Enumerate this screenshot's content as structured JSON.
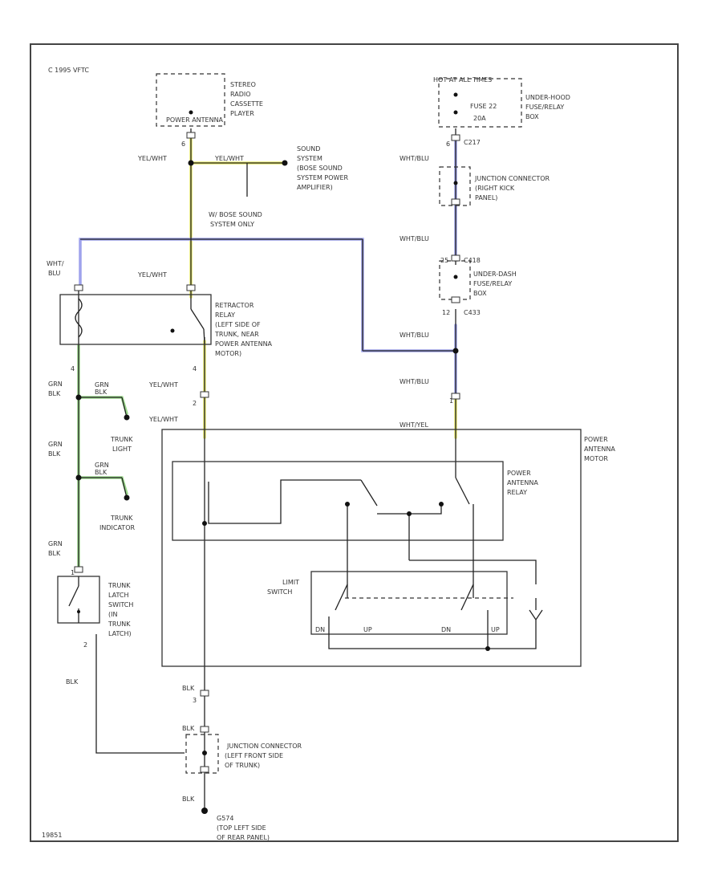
{
  "colors": {
    "yellow": "#e8ea6a",
    "blue": "#9ea2ec",
    "green": "#9ad98a",
    "ink": "#222222"
  },
  "labels": {
    "copyright": "C 1995 VFTC",
    "figure_id": "19851",
    "stereo_power_label": "POWER ANTENNA",
    "stereo_desc_1": "STEREO",
    "stereo_desc_2": "RADIO",
    "stereo_desc_3": "CASSETTE",
    "stereo_desc_4": "PLAYER",
    "pin_stereo": "6",
    "wire_yel_wht_top": "YEL/WHT",
    "wire_yel_wht_branch": "YEL/WHT",
    "sound_sys_1": "SOUND",
    "sound_sys_2": "SYSTEM",
    "sound_sys_3": "(BOSE SOUND",
    "sound_sys_4": "SYSTEM POWER",
    "sound_sys_5": "AMPLIFIER)",
    "bose_only_1": "W/ BOSE SOUND",
    "bose_only_2": "SYSTEM ONLY",
    "hot_all_times": "HOT AT ALL TIMES",
    "fuse_label": "FUSE 22",
    "fuse_amp": "20A",
    "under_hood_1": "UNDER-HOOD",
    "under_hood_2": "FUSE/RELAY",
    "under_hood_3": "BOX",
    "pin_c217": "C217",
    "pin_6b": "6",
    "wire_wht_blu_1": "WHT/BLU",
    "jc_right_1": "JUNCTION CONNECTOR",
    "jc_right_2": "(RIGHT KICK",
    "jc_right_3": "PANEL)",
    "wire_wht_blu_2": "WHT/BLU",
    "pin_25": "25",
    "pin_c418": "C418",
    "under_dash_1": "UNDER-DASH",
    "under_dash_2": "FUSE/RELAY",
    "under_dash_3": "BOX",
    "pin_12": "12",
    "pin_c433": "C433",
    "wire_wht_blu_3": "WHT/BLU",
    "wire_wht_blu_4": "WHT/BLU",
    "pin_1": "1",
    "wire_wht_yel": "WHT/YEL",
    "wire_wht_blu_left_1": "WHT/",
    "wire_wht_blu_left_2": "BLU",
    "wire_yel_wht_relay": "YEL/WHT",
    "retract_1": "RETRACTOR",
    "retract_2": "RELAY",
    "retract_3": "(LEFT SIDE OF",
    "retract_4": "TRUNK, NEAR",
    "retract_5": "POWER ANTENNA",
    "retract_6": "MOTOR)",
    "pin_4a": "4",
    "pin_4b": "4",
    "wire_yel_wht_mid": "YEL/WHT",
    "pin_2a": "2",
    "wire_yel_wht_low": "YEL/WHT",
    "wire_grn_blk_1a": "GRN",
    "wire_grn_blk_1b": "BLK",
    "wire_grn_blk_2a": "GRN",
    "wire_grn_blk_2b": "BLK",
    "wire_grn_blk_3a": "GRN",
    "wire_grn_blk_3b": "BLK",
    "grn_blk_tag_1": "GRN",
    "grn_blk_tag_1b": "BLK",
    "grn_blk_tag_2": "GRN",
    "grn_blk_tag_2b": "BLK",
    "trunk_light_1": "TRUNK",
    "trunk_light_2": "LIGHT",
    "trunk_ind_1": "TRUNK",
    "trunk_ind_2": "INDICATOR",
    "pa_motor_1": "POWER",
    "pa_motor_2": "ANTENNA",
    "pa_motor_3": "MOTOR",
    "pa_relay_1": "POWER",
    "pa_relay_2": "ANTENNA",
    "pa_relay_3": "RELAY",
    "limit_1": "LIMIT",
    "limit_2": "SWITCH",
    "limit_dn1": "DN",
    "limit_up1": "UP",
    "limit_dn2": "DN",
    "limit_up2": "UP",
    "pin_1b": "1",
    "trunk_latch_1": "TRUNK",
    "trunk_latch_2": "LATCH",
    "trunk_latch_3": "SWITCH",
    "trunk_latch_4": "(IN",
    "trunk_latch_5": "TRUNK",
    "trunk_latch_6": "LATCH)",
    "pin_2b": "2",
    "wire_blk_left": "BLK",
    "wire_blk_1": "BLK",
    "pin_3": "3",
    "wire_blk_2": "BLK",
    "jc_left_1": "JUNCTION CONNECTOR",
    "jc_left_2": "(LEFT FRONT SIDE",
    "jc_left_3": "OF TRUNK)",
    "wire_blk_3": "BLK",
    "ground_1": "G574",
    "ground_2": "(TOP LEFT SIDE",
    "ground_3": "OF REAR PANEL)"
  }
}
